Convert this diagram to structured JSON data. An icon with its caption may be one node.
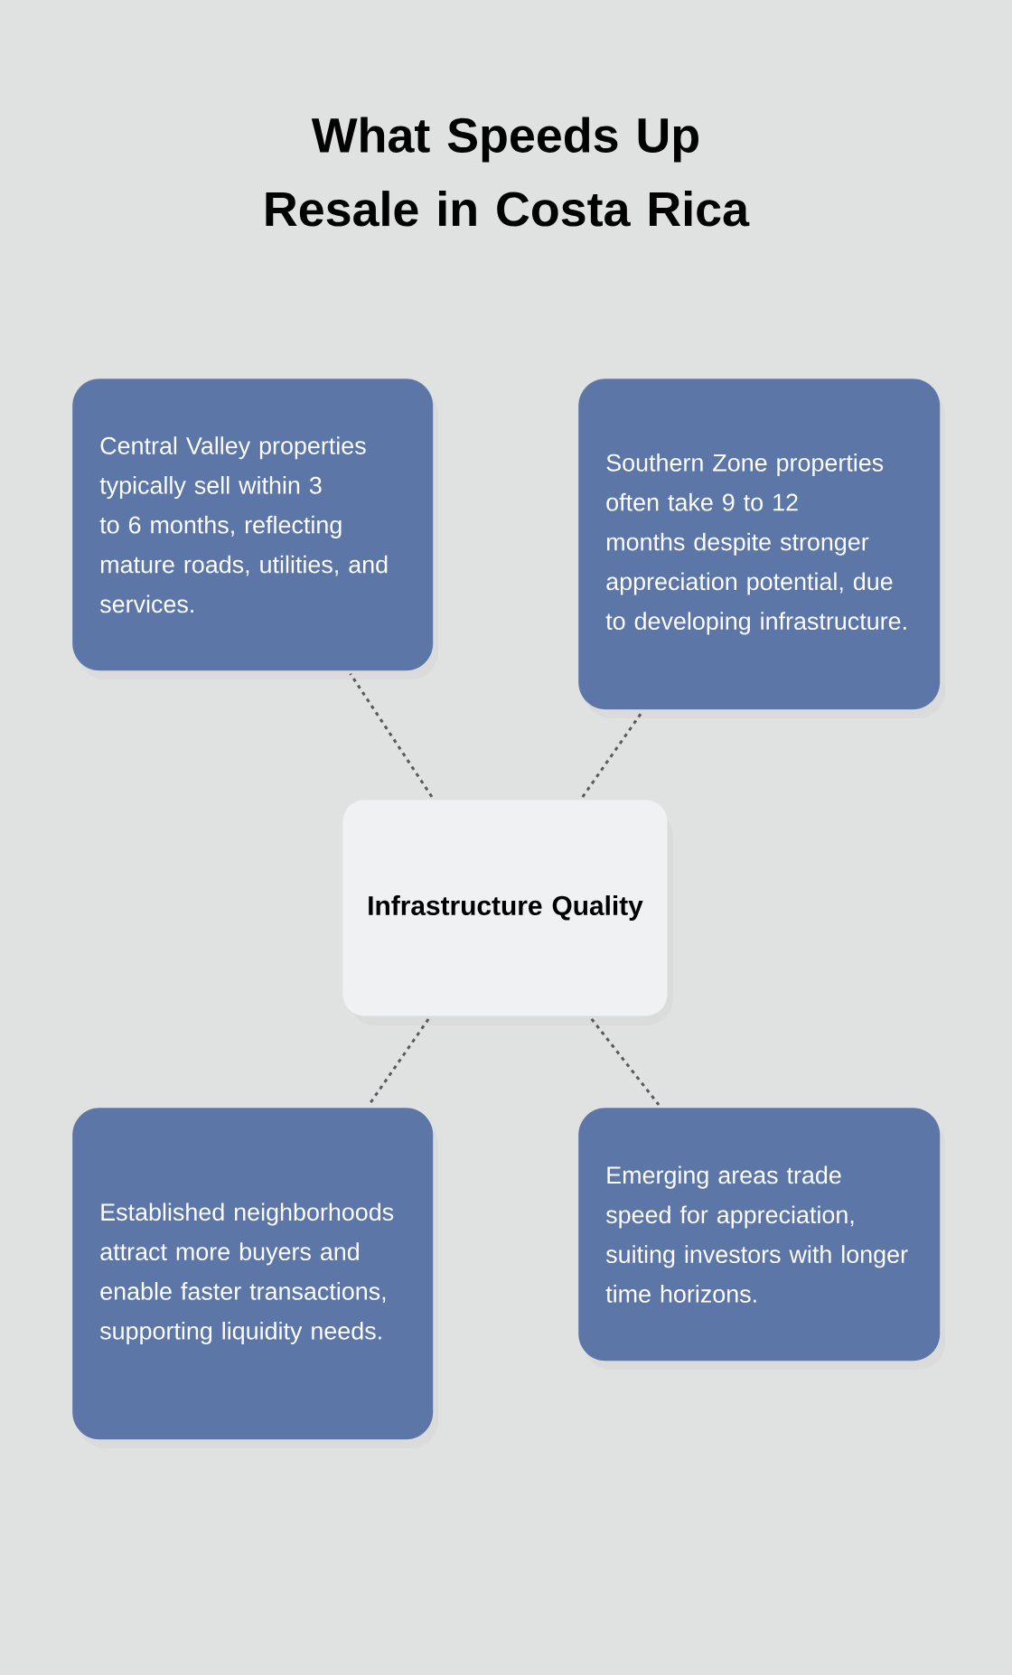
{
  "diagram": {
    "title": "What Speeds Up Resale in Costa Rica",
    "nodes": [
      {
        "text": [
          "Central Valley properties typically sell within 3 to 6 months, reflecting mature roads, utilities, and services."
        ]
      },
      {
        "text": [
          "Southern Zone properties often take 9 to 12 months despite stronger appreciation potential, due to developing infrastructure."
        ]
      },
      {
        "text": [
          "Infrastructure Quality"
        ]
      },
      {
        "text": [
          "Established neighborhoods attract more buyers and enable faster transactions, supporting liquidity needs."
        ]
      },
      {
        "text": [
          "Emerging areas trade speed for appreciation, suiting investors with longer time horizons."
        ]
      }
    ],
    "edges": [
      {
        "from": 2,
        "to": 0,
        "arrow": "none"
      },
      {
        "from": 2,
        "to": 1,
        "arrow": "none"
      },
      {
        "from": 2,
        "to": 3,
        "arrow": "none"
      },
      {
        "from": 2,
        "to": 4,
        "arrow": "none"
      }
    ]
  }
}
